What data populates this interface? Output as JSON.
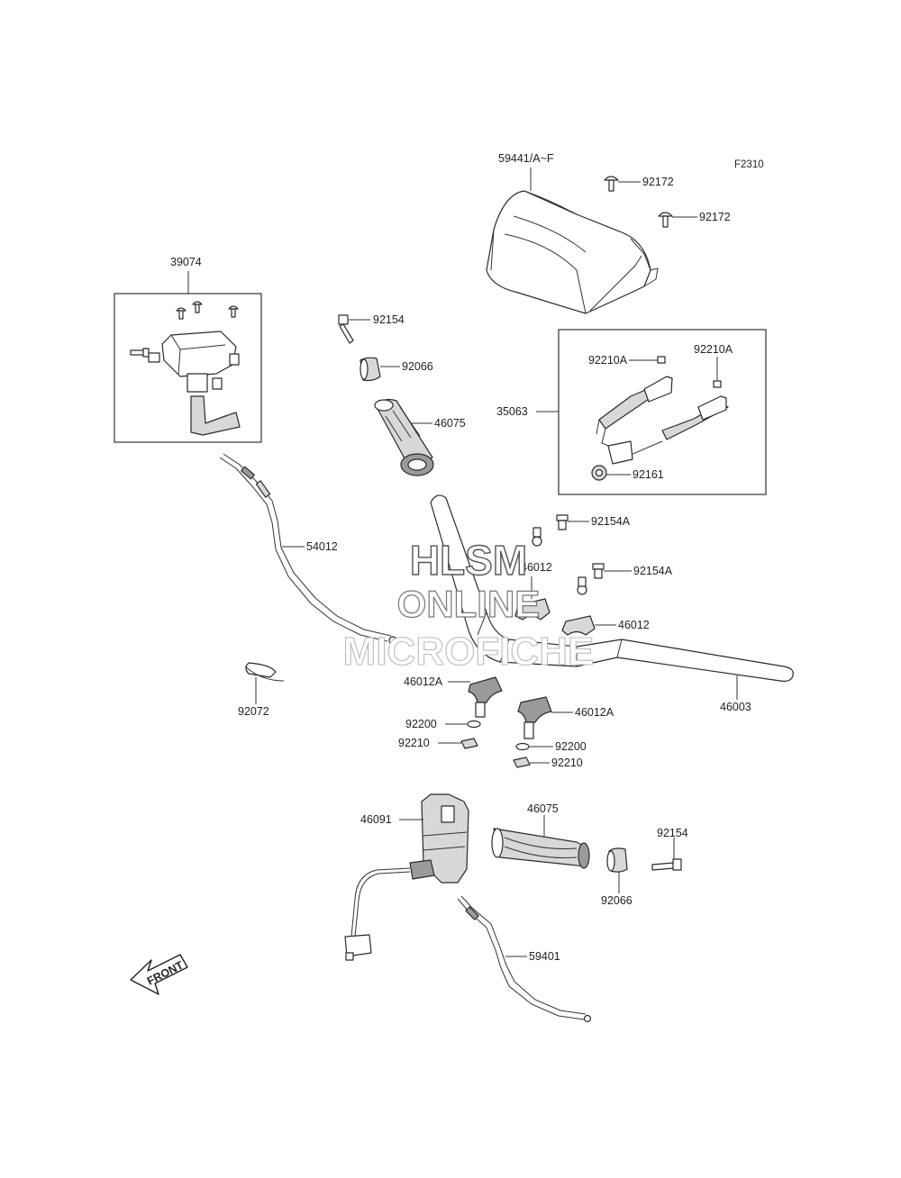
{
  "figure_code": "F2310",
  "watermark": {
    "line1": "HLSM",
    "line2": "ONLINE",
    "line3": "MICROFICHE"
  },
  "front_arrow_text": "FRONT",
  "labels": {
    "windshield": "59441/A~F",
    "screw_top_1": "92172",
    "screw_top_2": "92172",
    "throttle_assembly": "39074",
    "bolt_upper": "92154",
    "weight_upper": "92066",
    "grip_upper": "46075",
    "bracket_assembly": "35063",
    "bracket_bolt_left": "92210A",
    "bracket_bolt_right": "92210A",
    "bracket_nut": "92161",
    "throttle_cable": "54012",
    "bolt_a_1": "92154A",
    "bolt_a_2": "92154A",
    "clamp_upper_1": "46012",
    "clamp_upper_2": "46012",
    "handlebar": "46003",
    "holder_left": "46012A",
    "holder_right": "46012A",
    "band": "92072",
    "washer_left": "92200",
    "nut_left": "92210",
    "washer_right": "92200",
    "nut_right": "92210",
    "switch_housing": "46091",
    "grip_lower": "46075",
    "bolt_lower": "92154",
    "weight_lower": "92066",
    "cable_lower": "59401"
  }
}
